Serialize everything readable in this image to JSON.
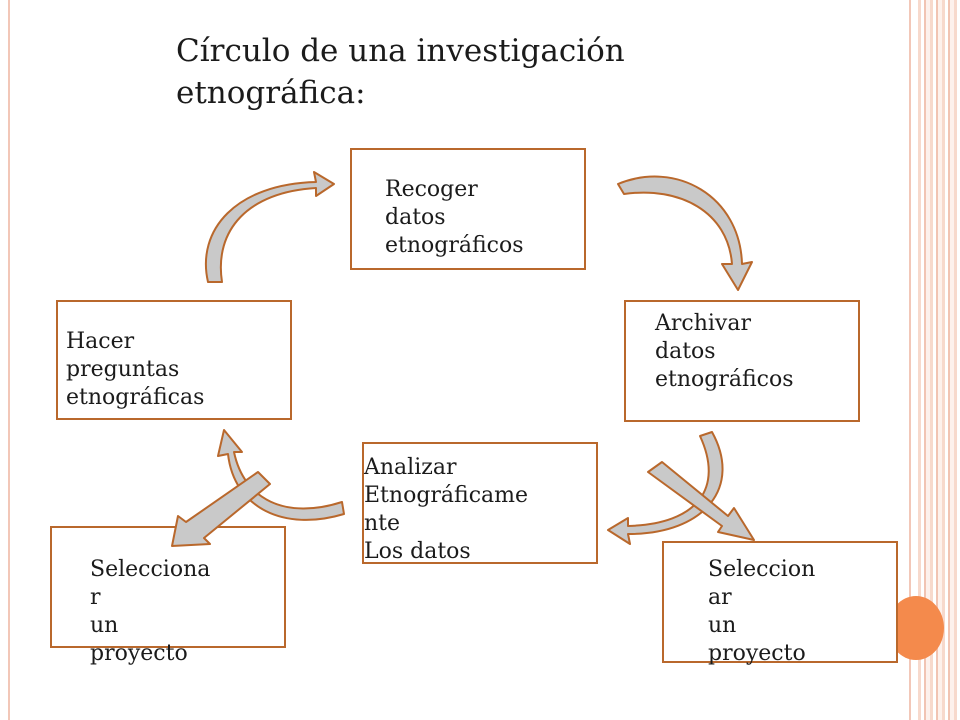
{
  "title": "Círculo de una investigación\netnográfica:",
  "nodes": {
    "recoger": "Recoger\ndatos\netnográficos",
    "archivar": "Archivar\ndatos\netnográficos",
    "analizar": "Analizar\nEtnográficame\nnte\nLos datos",
    "hacer": "Hacer\npreguntas\netnográficas",
    "seleccionar_left": "Selecciona\nr\nun\nproyecto",
    "seleccionar_right": "Seleccion\nar\nun\nproyecto"
  },
  "colors": {
    "border": "#b9682c",
    "arrow_fill": "#c9c9c9",
    "accent": "#f48a4c"
  }
}
